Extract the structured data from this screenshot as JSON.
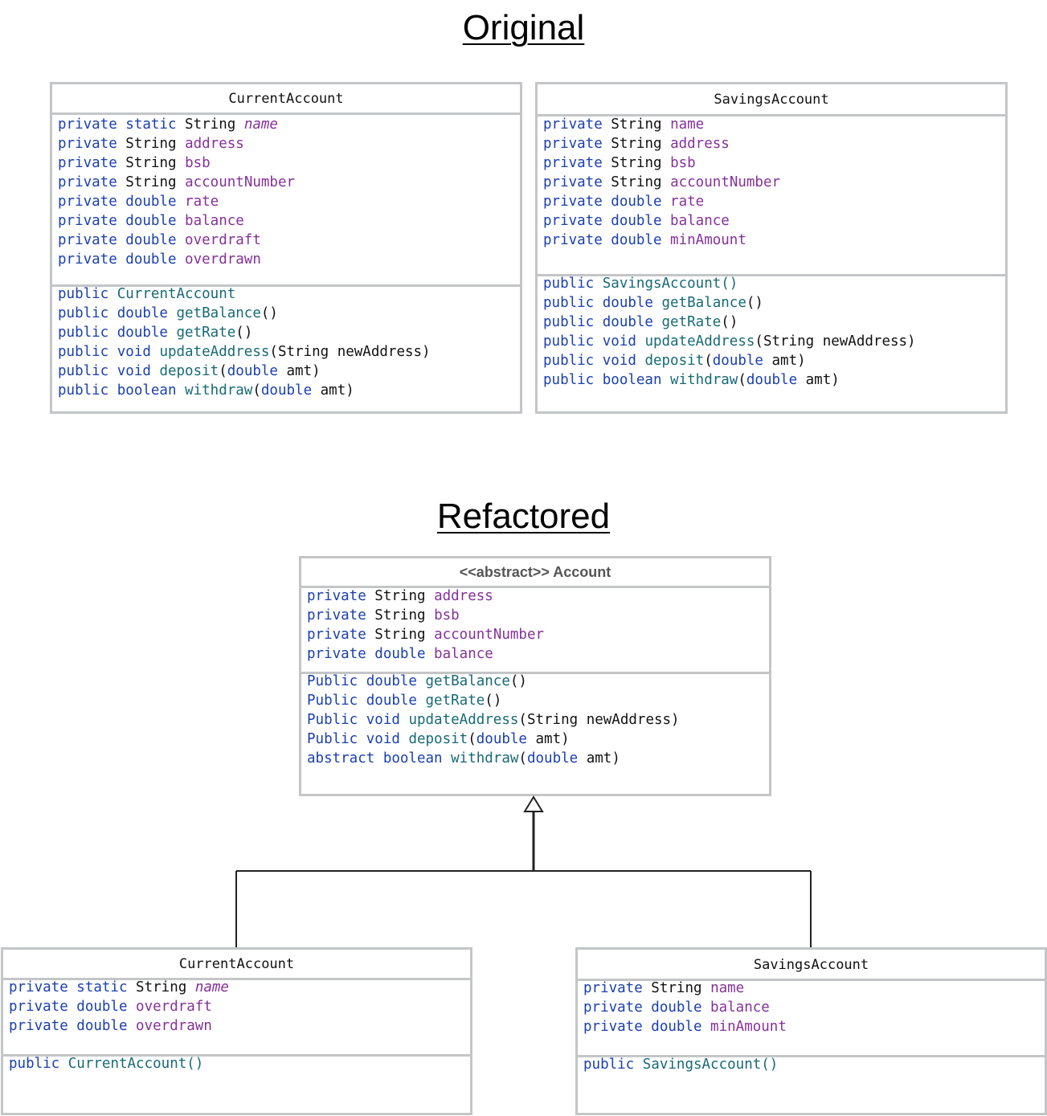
{
  "titles": {
    "original": "Original",
    "refactored": "Refactored"
  },
  "original": {
    "current": {
      "name": "CurrentAccount",
      "fields": [
        [
          [
            "kw",
            "private static "
          ],
          [
            "ty",
            "String "
          ],
          [
            "fd-it",
            "name"
          ]
        ],
        [
          [
            "kw",
            "private "
          ],
          [
            "ty",
            "String "
          ],
          [
            "fd",
            "address"
          ]
        ],
        [
          [
            "kw",
            "private "
          ],
          [
            "ty",
            "String "
          ],
          [
            "fd",
            "bsb"
          ]
        ],
        [
          [
            "kw",
            "private "
          ],
          [
            "ty",
            "String "
          ],
          [
            "fd",
            "accountNumber"
          ]
        ],
        [
          [
            "kw",
            "private double "
          ],
          [
            "fd",
            "rate"
          ]
        ],
        [
          [
            "kw",
            "private double "
          ],
          [
            "fd",
            "balance"
          ]
        ],
        [
          [
            "kw",
            "private double "
          ],
          [
            "fd",
            "overdraft"
          ]
        ],
        [
          [
            "kw",
            "private double "
          ],
          [
            "fd",
            "overdrawn"
          ]
        ]
      ],
      "methods": [
        [
          [
            "kw",
            "public "
          ],
          [
            "mt",
            "CurrentAccount"
          ]
        ],
        [
          [
            "kw",
            "public double "
          ],
          [
            "mt",
            "getBalance"
          ],
          [
            "pu",
            "()"
          ]
        ],
        [
          [
            "kw",
            "public double "
          ],
          [
            "mt",
            "getRate"
          ],
          [
            "pu",
            "()"
          ]
        ],
        [
          [
            "kw",
            "public void "
          ],
          [
            "mt",
            "updateAddress"
          ],
          [
            "pu",
            "(String newAddress)"
          ]
        ],
        [
          [
            "kw",
            "public void "
          ],
          [
            "mt",
            "deposit"
          ],
          [
            "pu",
            "("
          ],
          [
            "kw",
            "double"
          ],
          [
            "pu",
            " amt)"
          ]
        ],
        [
          [
            "kw",
            "public boolean "
          ],
          [
            "mt",
            "withdraw"
          ],
          [
            "pu",
            "("
          ],
          [
            "kw",
            "double"
          ],
          [
            "pu",
            " amt)"
          ]
        ]
      ]
    },
    "savings": {
      "name": "SavingsAccount",
      "fields": [
        [
          [
            "kw",
            "private "
          ],
          [
            "ty",
            "String "
          ],
          [
            "fd",
            "name"
          ]
        ],
        [
          [
            "kw",
            "private "
          ],
          [
            "ty",
            "String "
          ],
          [
            "fd",
            "address"
          ]
        ],
        [
          [
            "kw",
            "private "
          ],
          [
            "ty",
            "String "
          ],
          [
            "fd",
            "bsb"
          ]
        ],
        [
          [
            "kw",
            "private "
          ],
          [
            "ty",
            "String "
          ],
          [
            "fd",
            "accountNumber"
          ]
        ],
        [
          [
            "kw",
            "private double "
          ],
          [
            "fd",
            "rate"
          ]
        ],
        [
          [
            "kw",
            "private double "
          ],
          [
            "fd",
            "balance"
          ]
        ],
        [
          [
            "kw",
            "private double "
          ],
          [
            "fd",
            "minAmount"
          ]
        ]
      ],
      "methods": [
        [
          [
            "kw",
            "public "
          ],
          [
            "mt",
            "SavingsAccount()"
          ]
        ],
        [
          [
            "kw",
            "public double "
          ],
          [
            "mt",
            "getBalance"
          ],
          [
            "pu",
            "()"
          ]
        ],
        [
          [
            "kw",
            "public double "
          ],
          [
            "mt",
            "getRate"
          ],
          [
            "pu",
            "()"
          ]
        ],
        [
          [
            "kw",
            "public void "
          ],
          [
            "mt",
            "updateAddress"
          ],
          [
            "pu",
            "(String newAddress)"
          ]
        ],
        [
          [
            "kw",
            "public void "
          ],
          [
            "mt",
            "deposit"
          ],
          [
            "pu",
            "("
          ],
          [
            "kw",
            "double"
          ],
          [
            "pu",
            " amt)"
          ]
        ],
        [
          [
            "kw",
            "public boolean "
          ],
          [
            "mt",
            "withdraw"
          ],
          [
            "pu",
            "("
          ],
          [
            "kw",
            "double"
          ],
          [
            "pu",
            " amt)"
          ]
        ]
      ]
    }
  },
  "refactored": {
    "account": {
      "name": "<<abstract>> Account",
      "fields": [
        [
          [
            "kw",
            "private "
          ],
          [
            "ty",
            "String "
          ],
          [
            "fd",
            "address"
          ]
        ],
        [
          [
            "kw",
            "private "
          ],
          [
            "ty",
            "String "
          ],
          [
            "fd",
            "bsb"
          ]
        ],
        [
          [
            "kw",
            "private "
          ],
          [
            "ty",
            "String "
          ],
          [
            "fd",
            "accountNumber"
          ]
        ],
        [
          [
            "kw",
            "private double "
          ],
          [
            "fd",
            "balance"
          ]
        ]
      ],
      "methods": [
        [
          [
            "kw",
            "Public double "
          ],
          [
            "mt",
            "getBalance"
          ],
          [
            "pu",
            "()"
          ]
        ],
        [
          [
            "kw",
            "Public double "
          ],
          [
            "mt",
            "getRate"
          ],
          [
            "pu",
            "()"
          ]
        ],
        [
          [
            "kw",
            "Public void "
          ],
          [
            "mt",
            "updateAddress"
          ],
          [
            "pu",
            "(String newAddress)"
          ]
        ],
        [
          [
            "kw",
            "Public void "
          ],
          [
            "mt",
            "deposit"
          ],
          [
            "pu",
            "("
          ],
          [
            "kw",
            "double"
          ],
          [
            "pu",
            " amt)"
          ]
        ],
        [
          [
            "kw",
            "abstract boolean "
          ],
          [
            "mt",
            "withdraw"
          ],
          [
            "pu",
            "("
          ],
          [
            "kw",
            "double"
          ],
          [
            "pu",
            " amt)"
          ]
        ]
      ]
    },
    "current": {
      "name": "CurrentAccount",
      "fields": [
        [
          [
            "kw",
            "private static "
          ],
          [
            "ty",
            "String "
          ],
          [
            "fd-it",
            "name"
          ]
        ],
        [
          [
            "kw",
            "private double "
          ],
          [
            "fd",
            "overdraft"
          ]
        ],
        [
          [
            "kw",
            "private double "
          ],
          [
            "fd",
            "overdrawn"
          ]
        ]
      ],
      "methods": [
        [
          [
            "kw",
            "public "
          ],
          [
            "mt",
            "CurrentAccount()"
          ]
        ]
      ]
    },
    "savings": {
      "name": "SavingsAccount",
      "fields": [
        [
          [
            "kw",
            "private "
          ],
          [
            "ty",
            "String "
          ],
          [
            "fd",
            "name"
          ]
        ],
        [
          [
            "kw",
            "private double "
          ],
          [
            "fd",
            "balance"
          ]
        ],
        [
          [
            "kw",
            "private double "
          ],
          [
            "fd",
            "minAmount"
          ]
        ]
      ],
      "methods": [
        [
          [
            "kw",
            "public "
          ],
          [
            "mt",
            "SavingsAccount()"
          ]
        ]
      ]
    }
  }
}
